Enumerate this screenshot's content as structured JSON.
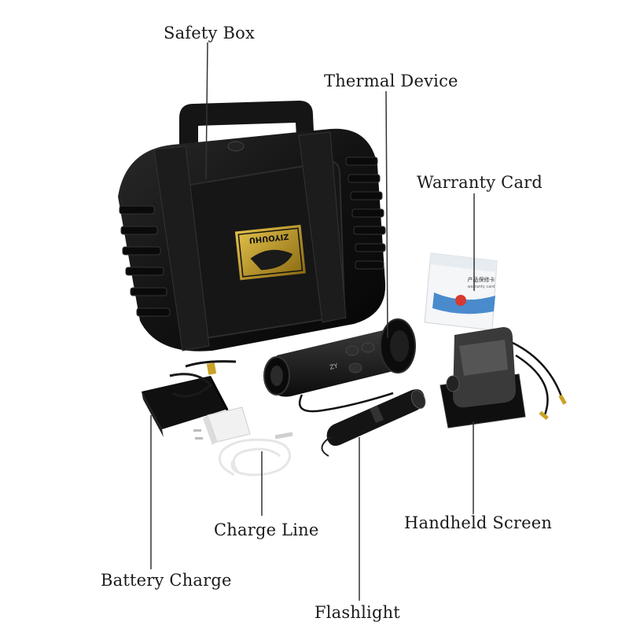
{
  "labels": {
    "safety_box": "Safety Box",
    "thermal_device": "Thermal Device",
    "warranty_card": "Warranty Card",
    "charge_line": "Charge Line",
    "handheld_screen": "Handheld Screen",
    "battery_charge": "Battery Charge",
    "flashlight": "Flashlight"
  },
  "case_logo_text": "ZIYOUHU",
  "device_text": "ZY",
  "card_text": {
    "title": "产品保修卡",
    "subtitle": "warranty card"
  },
  "colors": {
    "background": "#ffffff",
    "case": "#141414",
    "logo_gold": "#c9a227",
    "leader_line": "#333333"
  }
}
